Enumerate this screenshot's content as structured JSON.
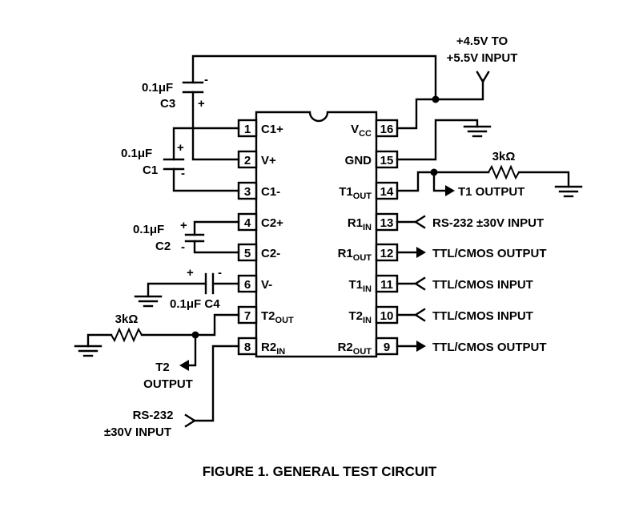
{
  "caption": "FIGURE 1.  GENERAL TEST CIRCUIT",
  "supply": {
    "line1": "+4.5V TO",
    "line2": "+5.5V INPUT"
  },
  "left_pins": [
    {
      "num": "1",
      "name": "C1+",
      "sub": ""
    },
    {
      "num": "2",
      "name": "V+",
      "sub": ""
    },
    {
      "num": "3",
      "name": "C1-",
      "sub": ""
    },
    {
      "num": "4",
      "name": "C2+",
      "sub": ""
    },
    {
      "num": "5",
      "name": "C2-",
      "sub": ""
    },
    {
      "num": "6",
      "name": "V-",
      "sub": ""
    },
    {
      "num": "7",
      "name": "T2",
      "sub": "OUT"
    },
    {
      "num": "8",
      "name": "R2",
      "sub": "IN"
    }
  ],
  "right_pins": [
    {
      "num": "16",
      "name": "V",
      "sub": "CC"
    },
    {
      "num": "15",
      "name": "GND",
      "sub": ""
    },
    {
      "num": "14",
      "name": "T1",
      "sub": "OUT"
    },
    {
      "num": "13",
      "name": "R1",
      "sub": "IN"
    },
    {
      "num": "12",
      "name": "R1",
      "sub": "OUT"
    },
    {
      "num": "11",
      "name": "T1",
      "sub": "IN"
    },
    {
      "num": "10",
      "name": "T2",
      "sub": "IN"
    },
    {
      "num": "9",
      "name": "R2",
      "sub": "OUT"
    }
  ],
  "capacitors": {
    "c3": {
      "value": "0.1μF",
      "name": "C3",
      "minus": "-",
      "plus": "+"
    },
    "c1": {
      "value": "0.1μF",
      "name": "C1",
      "plus": "+",
      "minus": "-"
    },
    "c2": {
      "value": "0.1μF",
      "name": "C2",
      "plus": "+",
      "minus": "-"
    },
    "c4": {
      "label": "0.1μF C4",
      "plus": "+",
      "minus": "-"
    }
  },
  "resistors": {
    "r_t1": {
      "value": "3kΩ"
    },
    "r_t2": {
      "value": "3kΩ"
    }
  },
  "right_labels": {
    "t1_output": "T1 OUTPUT",
    "pin13": "RS-232 ±30V INPUT",
    "pin12": "TTL/CMOS OUTPUT",
    "pin11": "TTL/CMOS INPUT",
    "pin10": "TTL/CMOS INPUT",
    "pin9": "TTL/CMOS OUTPUT"
  },
  "left_labels": {
    "t2_line1": "T2",
    "t2_line2": "OUTPUT",
    "rs232_line1": "RS-232",
    "rs232_line2": "±30V INPUT"
  }
}
